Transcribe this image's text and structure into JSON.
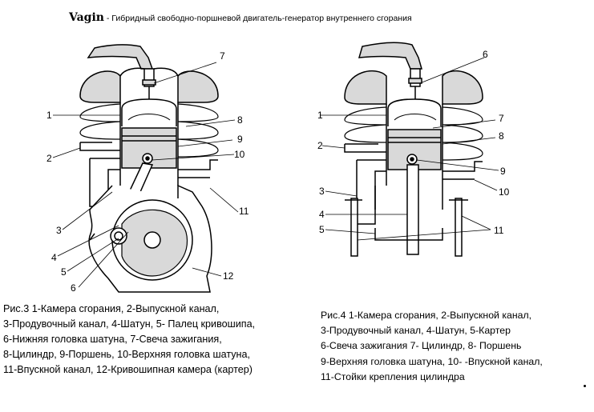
{
  "title": {
    "brand": "Vagin",
    "subtitle": " - Гибридный свободно-поршневой двигатель-генератор внутреннего сгорания"
  },
  "figure3": {
    "labels": [
      "1",
      "2",
      "3",
      "4",
      "5",
      "6",
      "7",
      "8",
      "9",
      "10",
      "11",
      "12"
    ],
    "caption": [
      "Рис.3 1-Камера сгорания, 2-Выпускной канал,",
      "3-Продувочный канал, 4-Шатун, 5- Палец кривошипа,",
      "6-Нижняя головка шатуна, 7-Свеча зажигания,",
      "8-Цилиндр, 9-Поршень, 10-Верхняя головка шатуна,",
      "11-Впускной канал, 12-Кривошипная камера (картер)"
    ]
  },
  "figure4": {
    "labels": [
      "1",
      "2",
      "3",
      "4",
      "5",
      "6",
      "7",
      "8",
      "9",
      "10",
      "11"
    ],
    "caption": [
      "Рис.4 1-Камера сгорания, 2-Выпускной канал,",
      "3-Продувочный канал, 4-Шатун, 5-Картер",
      "6-Свеча зажигания 7- Цилиндр, 8- Поршень",
      "9-Верхняя головка шатуна, 10- -Впускной канал,",
      "11-Стойки крепления цилиндра"
    ]
  },
  "colors": {
    "ink": "#000000",
    "fill_gray": "#d9d9d9",
    "background": "#ffffff"
  }
}
